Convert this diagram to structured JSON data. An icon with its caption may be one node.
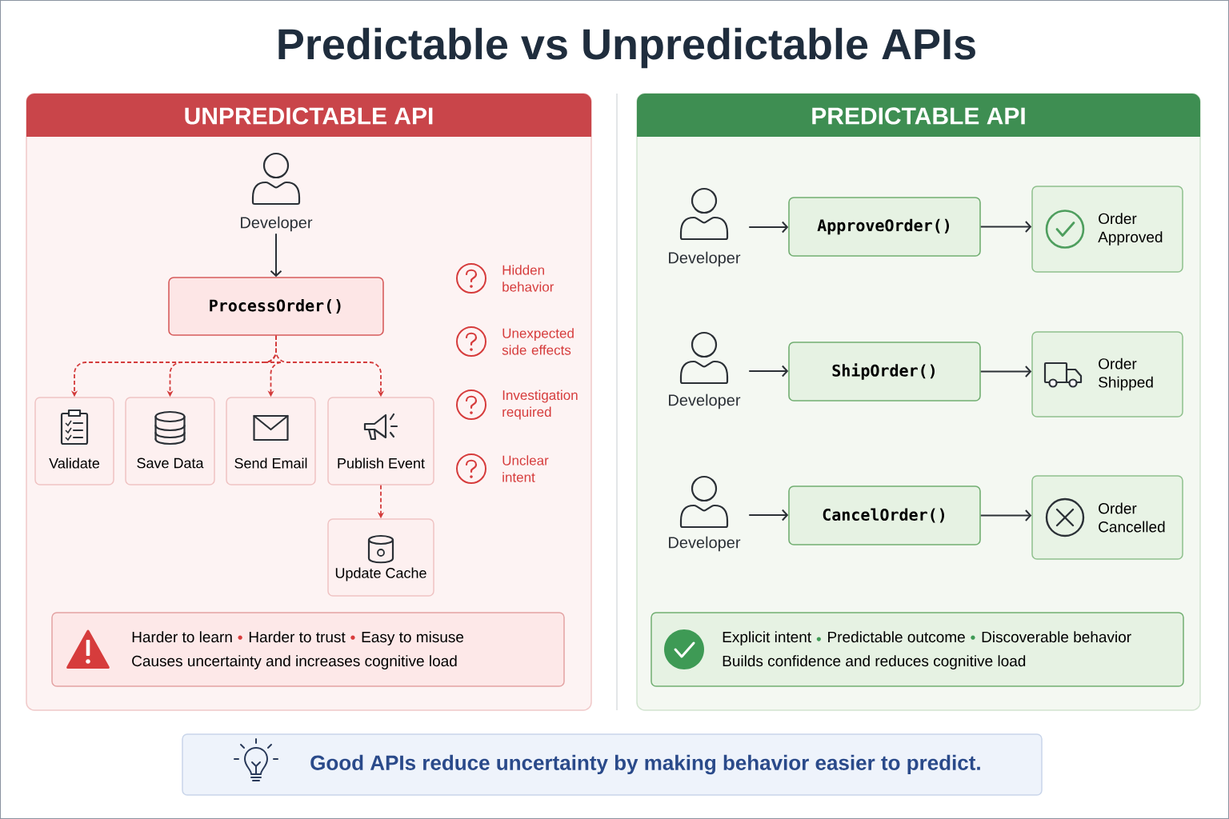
{
  "diagram": {
    "title": "Predictable vs Unpredictable APIs",
    "nodes": [
      {
        "text": [
          "UNPREDICTABLE API"
        ]
      },
      {
        "text": [
          "Developer"
        ],
        "in": 0
      },
      {
        "text": [
          "ProcessOrder()"
        ],
        "in": 0
      },
      {
        "text": [
          "Validate"
        ],
        "in": 0
      },
      {
        "text": [
          "Save Data"
        ],
        "in": 0
      },
      {
        "text": [
          "Send Email"
        ],
        "in": 0
      },
      {
        "text": [
          "Publish Event"
        ],
        "in": 0
      },
      {
        "text": [
          "Update Cache"
        ],
        "in": 0
      },
      {
        "text": [
          "Harder to learn",
          "Harder to trust",
          "Easy to misuse",
          "Causes uncertainty and increases cognitive load"
        ],
        "in": 0
      },
      {
        "text": [
          "PREDICTABLE API"
        ]
      },
      {
        "text": [
          "Developer"
        ],
        "in": 9
      },
      {
        "text": [
          "ApproveOrder()"
        ],
        "in": 9
      },
      {
        "text": [
          "Order Approved"
        ],
        "in": 9
      },
      {
        "text": [
          "Developer"
        ],
        "in": 9
      },
      {
        "text": [
          "ShipOrder()"
        ],
        "in": 9
      },
      {
        "text": [
          "Order Shipped"
        ],
        "in": 9
      },
      {
        "text": [
          "Developer"
        ],
        "in": 9
      },
      {
        "text": [
          "CancelOrder()"
        ],
        "in": 9
      },
      {
        "text": [
          "Order Cancelled"
        ],
        "in": 9
      },
      {
        "text": [
          "Explicit intent",
          "Predictable outcome",
          "Discoverable behavior",
          "Builds confidence and reduces cognitive load"
        ],
        "in": 9
      },
      {
        "text": [
          "Good APIs reduce uncertainty by making behavior easier to predict."
        ]
      }
    ],
    "edges": [
      {
        "from": 1,
        "to": 2,
        "arrow": "to"
      },
      {
        "from": 2,
        "to": 3,
        "arrow": "to",
        "style": "dashed",
        "color": "#d33b3b"
      },
      {
        "from": 2,
        "to": 4,
        "arrow": "to",
        "style": "dashed",
        "color": "#d33b3b"
      },
      {
        "from": 2,
        "to": 5,
        "arrow": "to",
        "style": "dashed",
        "color": "#d33b3b"
      },
      {
        "from": 2,
        "to": 6,
        "arrow": "to",
        "style": "dashed",
        "color": "#d33b3b"
      },
      {
        "from": 6,
        "to": 7,
        "arrow": "to",
        "style": "dashed",
        "color": "#d33b3b"
      },
      {
        "from": 10,
        "to": 11,
        "arrow": "to"
      },
      {
        "from": 11,
        "to": 12,
        "arrow": "to"
      },
      {
        "from": 13,
        "to": 14,
        "arrow": "to"
      },
      {
        "from": 14,
        "to": 15,
        "arrow": "to"
      },
      {
        "from": 16,
        "to": 17,
        "arrow": "to"
      },
      {
        "from": 17,
        "to": 18,
        "arrow": "to"
      }
    ],
    "labels": [
      "Hidden behavior",
      "Unexpected side effects",
      "Investigation required",
      "Unclear intent"
    ]
  }
}
